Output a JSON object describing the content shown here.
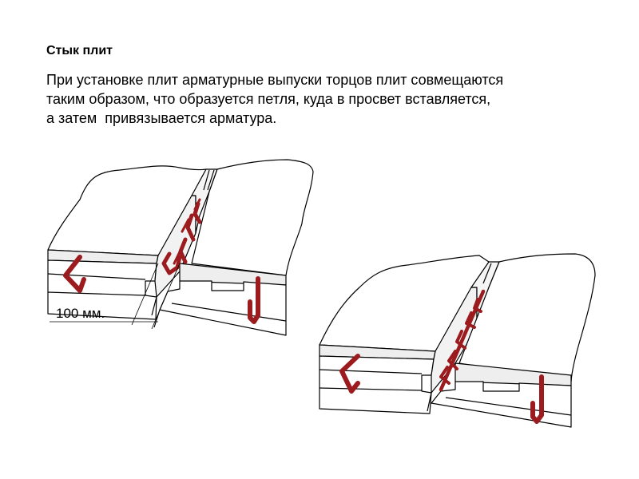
{
  "title": "Стык плит",
  "description_lines": [
    "При установке плит арматурные выпуски торцов плит совмещаются",
    "таким образом, что образуется петля, куда в просвет вставляется,",
    "а затем  привязывается арматура."
  ],
  "dimension_label": "100 мм.",
  "colors": {
    "rebar": "#9b1b1e",
    "outline": "#000000",
    "slab_fill": "#ffffff",
    "edge_fill": "#eeeeee",
    "side_fill": "#f2f2f2"
  }
}
